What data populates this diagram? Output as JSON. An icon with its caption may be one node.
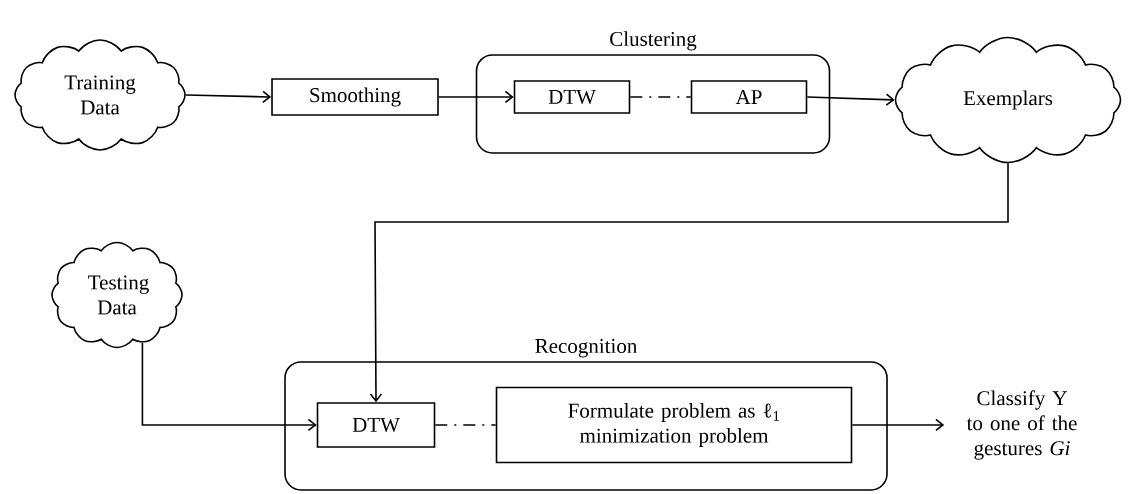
{
  "diagram": {
    "nodes": [
      {
        "text": [
          "Training Data"
        ]
      },
      {
        "text": [
          "Smoothing"
        ]
      },
      {
        "text": [
          "Clustering"
        ]
      },
      {
        "text": [
          "DTW"
        ],
        "in": 2
      },
      {
        "text": [
          "AP"
        ],
        "in": 2
      },
      {
        "text": [
          "Exemplars"
        ]
      },
      {
        "text": [
          "Testing Data"
        ]
      },
      {
        "text": [
          "Recognition"
        ]
      },
      {
        "text": [
          "DTW"
        ],
        "in": 7
      },
      {
        "text": [
          "Formulate problem as ℓ$_{1}$ minimization problem"
        ],
        "in": 7
      },
      {
        "text": [
          "Classify Y to one of the gestures *Gi*"
        ]
      }
    ],
    "edges": [
      {
        "from": 0,
        "to": 1,
        "arrow": "to"
      },
      {
        "from": 1,
        "to": 3,
        "arrow": "to"
      },
      {
        "from": 3,
        "to": 4,
        "arrow": "none",
        "style": "dashed"
      },
      {
        "from": 4,
        "to": 5,
        "arrow": "to"
      },
      {
        "from": 5,
        "to": 8,
        "arrow": "to"
      },
      {
        "from": 6,
        "to": 8,
        "arrow": "to"
      },
      {
        "from": 8,
        "to": 9,
        "arrow": "none",
        "style": "dashed"
      },
      {
        "from": 9,
        "to": 10,
        "arrow": "to"
      }
    ]
  }
}
